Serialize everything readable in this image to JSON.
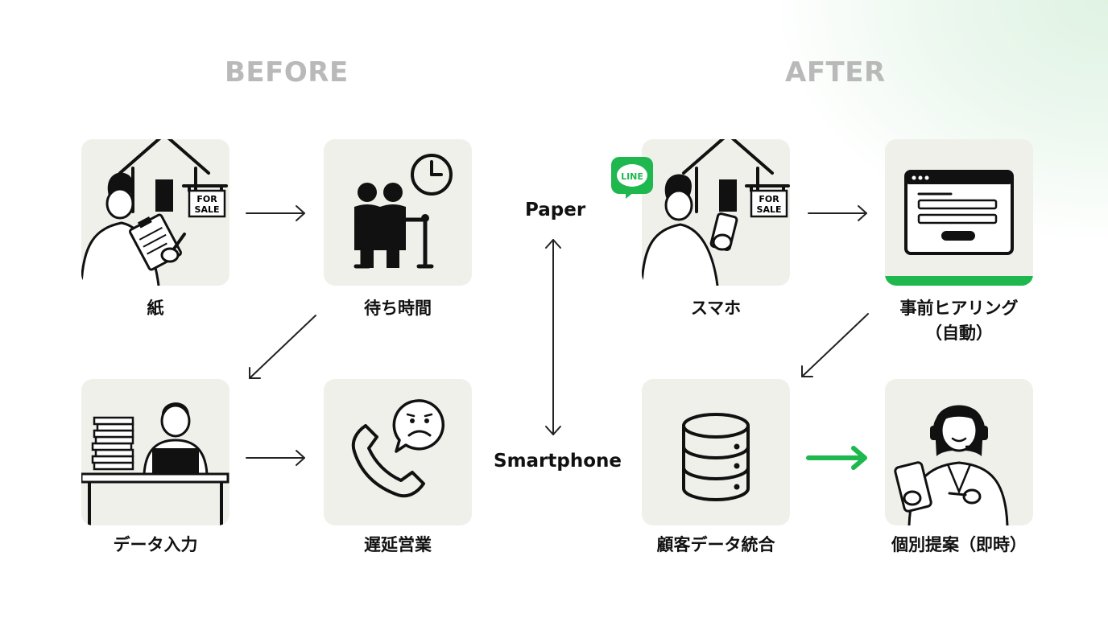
{
  "headings": {
    "before": "BEFORE",
    "after": "AFTER"
  },
  "before": {
    "paper": {
      "label": "紙",
      "sign": [
        "FOR",
        "SALE"
      ]
    },
    "waiting": {
      "label": "待ち時間"
    },
    "data_entry": {
      "label": "データ入力"
    },
    "delayed_sales": {
      "label": "遅延営業"
    }
  },
  "after": {
    "smartphone": {
      "label": "スマホ",
      "sign": [
        "FOR",
        "SALE"
      ],
      "badge": "LINE"
    },
    "hearing": {
      "label_line1": "事前ヒアリング",
      "label_line2": "（自動）"
    },
    "integration": {
      "label": "顧客データ統合"
    },
    "proposal": {
      "label": "個別提案（即時）"
    }
  },
  "axis": {
    "top": "Paper",
    "bottom": "Smartphone"
  },
  "colors": {
    "accent_green": "#1fb84e",
    "tile_bg": "#f0f0eb",
    "heading_gray": "#b9b9b9"
  }
}
